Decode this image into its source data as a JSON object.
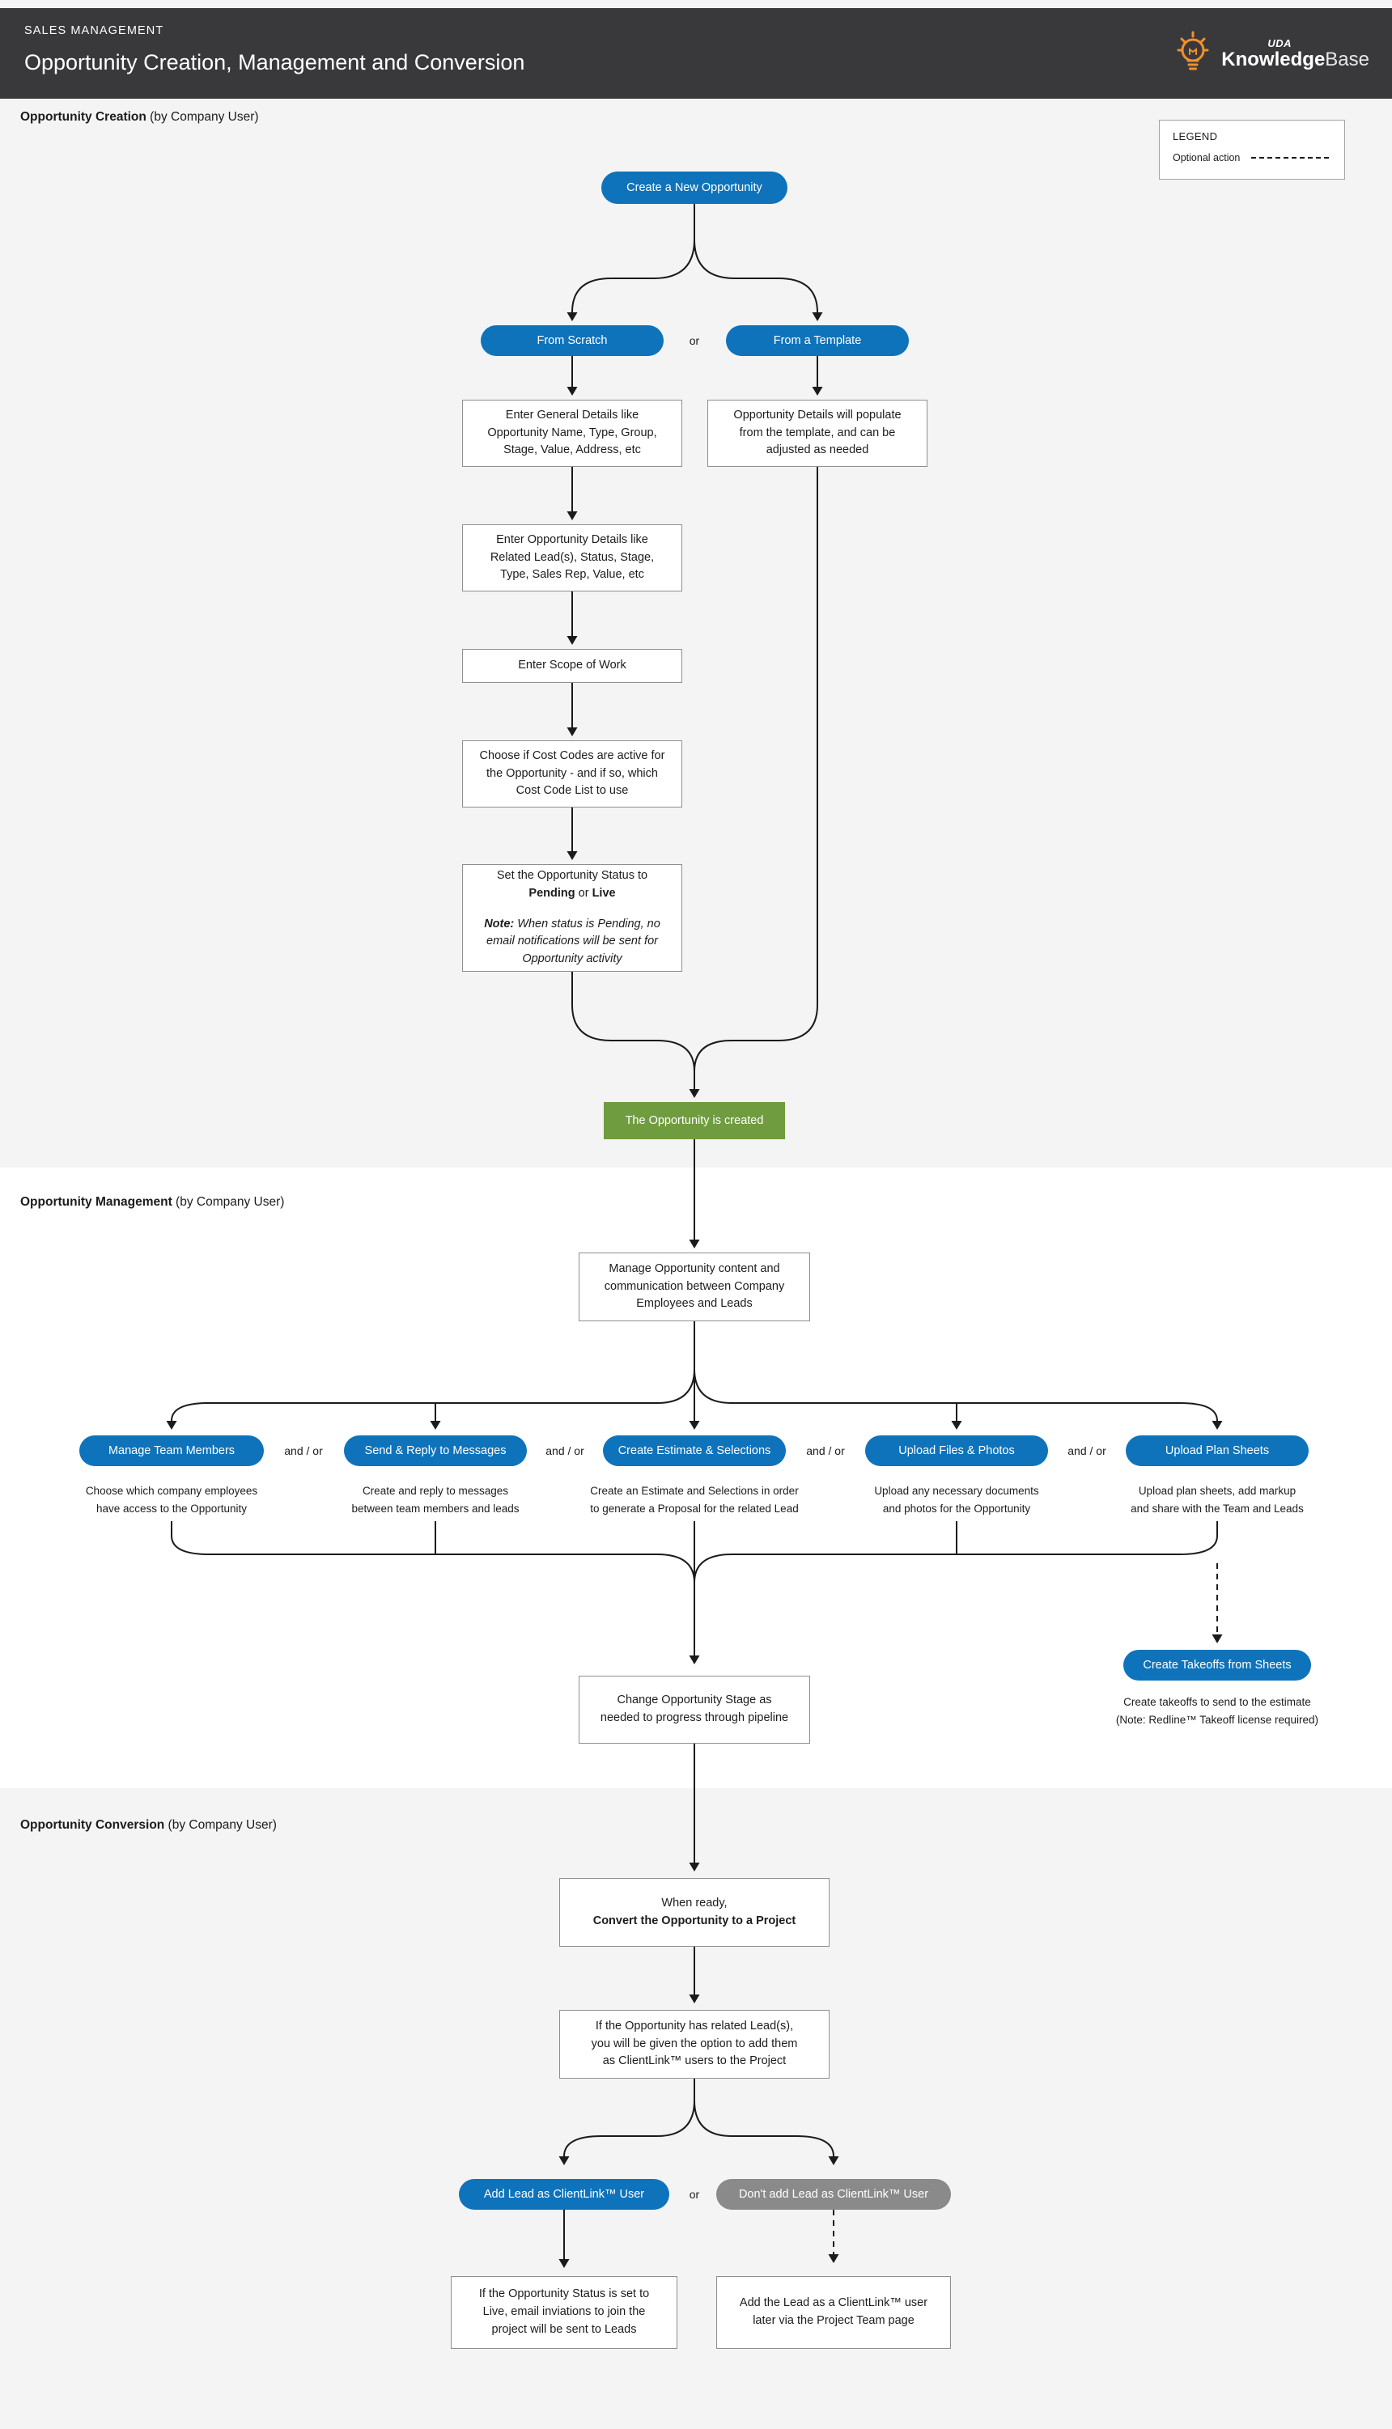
{
  "colors": {
    "blue": "#0E73BB",
    "green": "#6F9C3E",
    "gray_pill": "#8A8A8A",
    "header_bg": "#39393B",
    "section_bg": "#F4F4F5",
    "arrow": "#1B1B1B"
  },
  "header": {
    "eyebrow": "SALES MANAGEMENT",
    "title": "Opportunity Creation, Management and Conversion",
    "logo": {
      "brand": "UDA",
      "name_bold": "Knowledge",
      "name_light": "Base"
    }
  },
  "legend": {
    "title": "LEGEND",
    "optional_label": "Optional action"
  },
  "creation": {
    "heading_bold": "Opportunity Creation",
    "heading_rest": " (by Company User)",
    "pill_create": "Create a New Opportunity",
    "pill_scratch": "From Scratch",
    "or": "or",
    "pill_template": "From a Template",
    "box_general": {
      "lines": [
        "Enter General Details like",
        "Opportunity Name, Type, Group,",
        "Stage, Value, Address, etc"
      ]
    },
    "box_template": {
      "lines": [
        "Opportunity Details will populate",
        "from the template, and can be",
        "adjusted as needed"
      ]
    },
    "box_opp_details": {
      "lines": [
        "Enter Opportunity Details like",
        "Related Lead(s), Status, Stage,",
        "Type, Sales Rep, Value, etc"
      ]
    },
    "box_scope": {
      "lines": [
        "Enter Scope of Work"
      ]
    },
    "box_costcodes": {
      "lines": [
        "Choose if Cost Codes are active for",
        "the Opportunity - and if so, which",
        "Cost Code List to use"
      ]
    },
    "box_status": {
      "main": [
        [
          {
            "t": "Set the Opportunity Status to"
          }
        ],
        [
          {
            "t": "Pending",
            "b": true
          },
          {
            "t": " or "
          },
          {
            "t": "Live",
            "b": true
          }
        ]
      ],
      "note": [
        [
          {
            "t": "Note:",
            "b": true
          },
          {
            "t": " When status is Pending, no"
          }
        ],
        [
          {
            "t": "email notifications will be sent for"
          }
        ],
        [
          {
            "t": "Opportunity activity"
          }
        ]
      ]
    },
    "result": "The Opportunity is created"
  },
  "management": {
    "heading_bold": "Opportunity Management",
    "heading_rest": " (by Company User)",
    "box_manage": {
      "lines": [
        "Manage Opportunity content and",
        "communication between Company",
        "Employees and Leads"
      ]
    },
    "and_or": "and / or",
    "branches": [
      {
        "label": "Manage Team Members",
        "desc": "Choose which company employees\nhave access to the Opportunity"
      },
      {
        "label": "Send & Reply to Messages",
        "desc": "Create and reply to messages\nbetween team members and leads"
      },
      {
        "label": "Create Estimate & Selections",
        "desc": "Create an Estimate and Selections in order\nto generate a Proposal for the related Lead"
      },
      {
        "label": "Upload Files & Photos",
        "desc": "Upload any necessary documents\nand photos for the Opportunity"
      },
      {
        "label": "Upload Plan Sheets",
        "desc": "Upload plan sheets, add markup\nand share with the Team and Leads"
      }
    ],
    "takeoffs": {
      "label": "Create Takeoffs from Sheets",
      "desc": "Create takeoffs to send to the estimate\n(Note: Redline™ Takeoff license required)"
    },
    "box_change": {
      "lines": [
        "Change Opportunity Stage as",
        "needed to progress through pipeline"
      ]
    }
  },
  "conversion": {
    "heading_bold": "Opportunity Conversion",
    "heading_rest": " (by Company User)",
    "box_ready": {
      "main": [
        [
          {
            "t": "When ready,"
          }
        ],
        [
          {
            "t": "Convert the Opportunity to a Project",
            "b": true
          }
        ]
      ]
    },
    "box_leads": {
      "lines": [
        "If the Opportunity has related Lead(s),",
        "you will be given the option to add them",
        "as ClientLink™ users to the Project"
      ]
    },
    "pill_add": "Add Lead as ClientLink™ User",
    "or": "or",
    "pill_dont": "Don't add Lead as ClientLink™ User",
    "box_live": {
      "lines": [
        "If the Opportunity Status is set to",
        "Live, email inviations to join the",
        "project will be sent to Leads"
      ]
    },
    "box_later": {
      "lines": [
        "Add the Lead as a ClientLink™ user",
        "later via the Project Team page"
      ]
    }
  }
}
